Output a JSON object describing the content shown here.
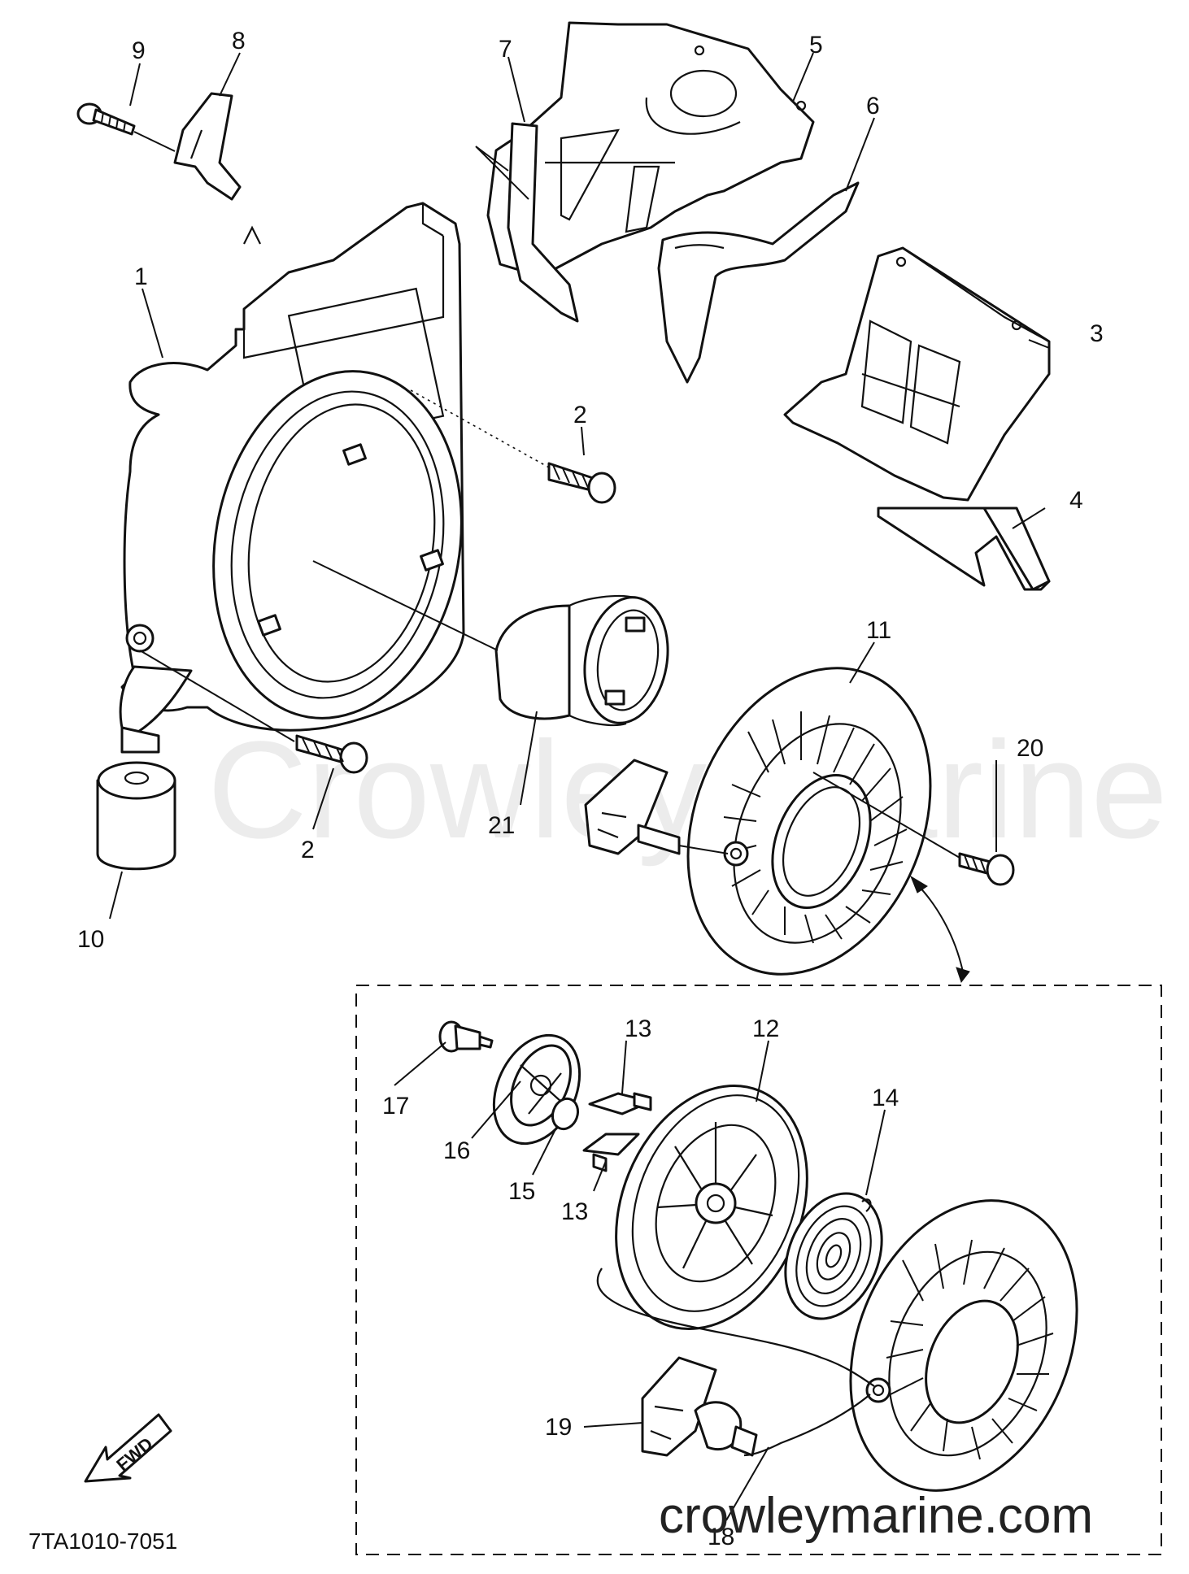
{
  "diagram": {
    "callouts": [
      {
        "id": "1",
        "label": "1"
      },
      {
        "id": "2a",
        "label": "2"
      },
      {
        "id": "2b",
        "label": "2"
      },
      {
        "id": "3",
        "label": "3"
      },
      {
        "id": "4",
        "label": "4"
      },
      {
        "id": "5",
        "label": "5"
      },
      {
        "id": "6",
        "label": "6"
      },
      {
        "id": "7",
        "label": "7"
      },
      {
        "id": "8",
        "label": "8"
      },
      {
        "id": "9",
        "label": "9"
      },
      {
        "id": "10",
        "label": "10"
      },
      {
        "id": "11",
        "label": "11"
      },
      {
        "id": "12",
        "label": "12"
      },
      {
        "id": "13a",
        "label": "13"
      },
      {
        "id": "13b",
        "label": "13"
      },
      {
        "id": "14",
        "label": "14"
      },
      {
        "id": "15",
        "label": "15"
      },
      {
        "id": "16",
        "label": "16"
      },
      {
        "id": "17",
        "label": "17"
      },
      {
        "id": "18",
        "label": "18"
      },
      {
        "id": "19",
        "label": "19"
      },
      {
        "id": "20",
        "label": "20"
      },
      {
        "id": "21",
        "label": "21"
      }
    ],
    "fwd_label": "FWD",
    "diagram_code": "7TA1010-7051",
    "watermark_text": "Crowley Marine",
    "watermark_url": "crowleymarine.com"
  }
}
